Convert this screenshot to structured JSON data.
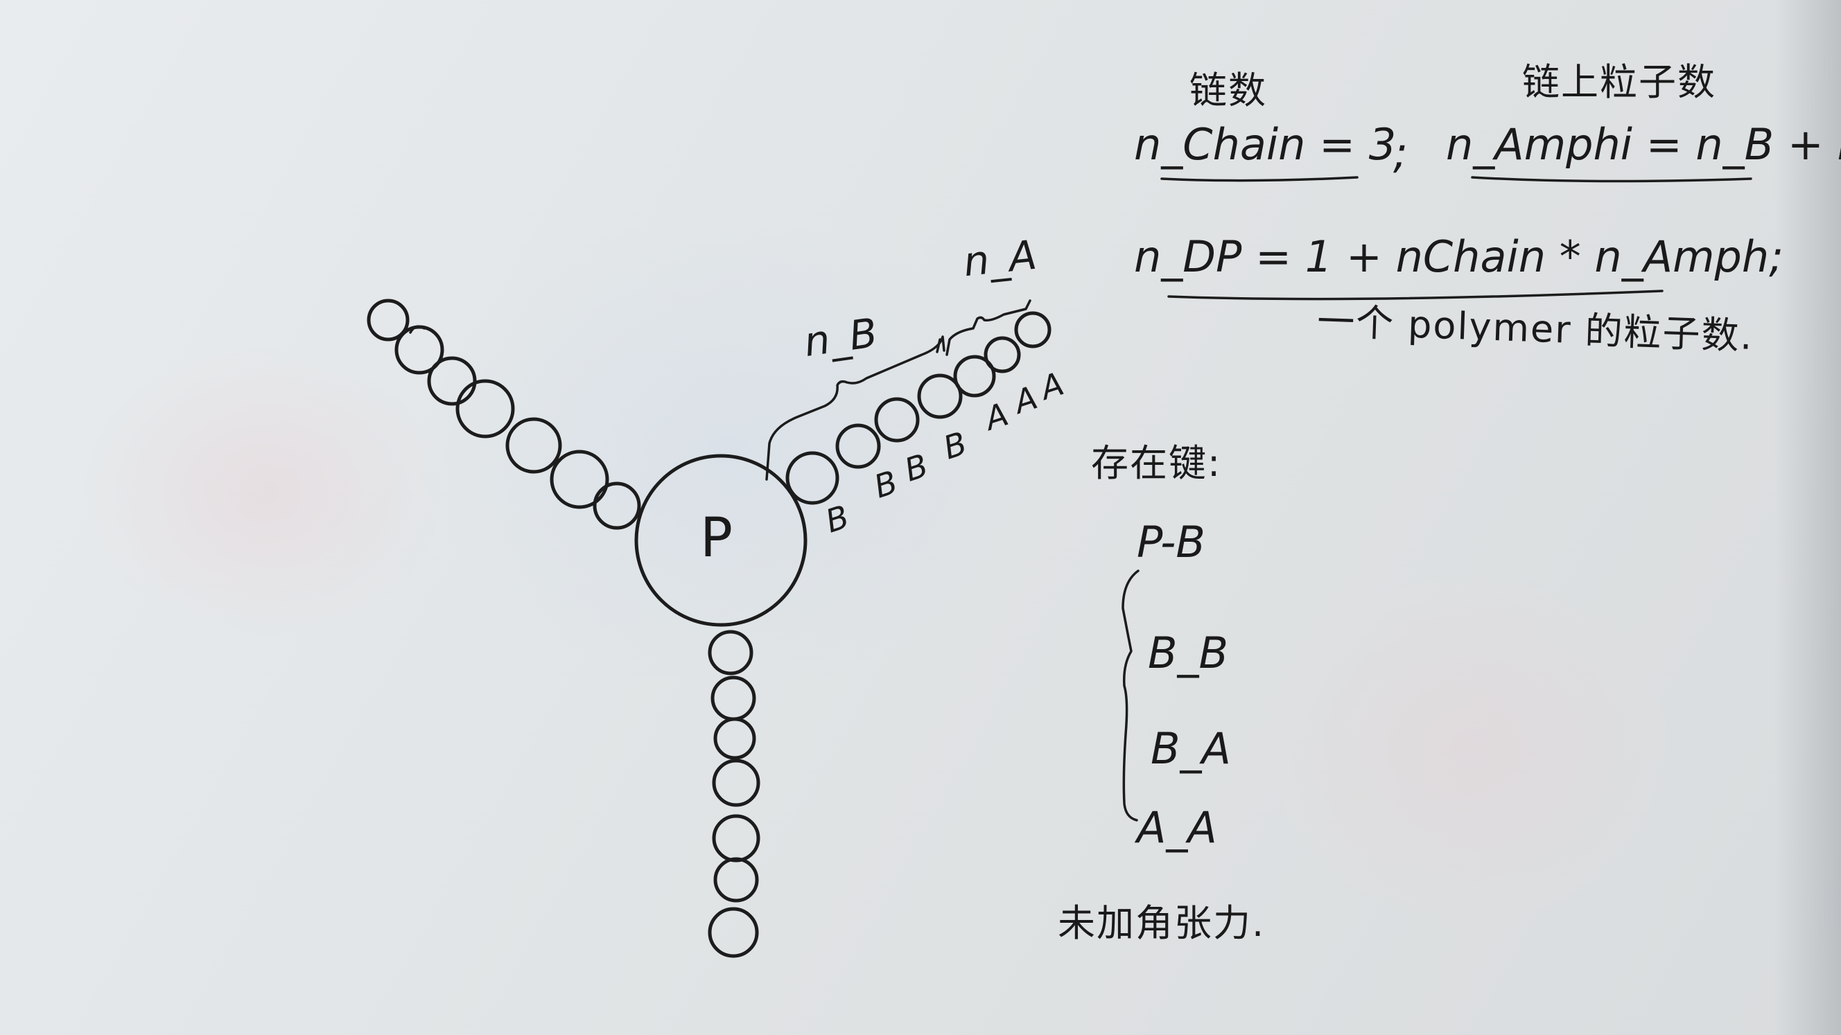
{
  "diagram": {
    "center_label": "P",
    "segment_labels": {
      "n_b": "n_B",
      "n_a": "n_A"
    },
    "bead_letters": [
      "B",
      "B",
      "B",
      "B",
      "A",
      "A",
      "A"
    ]
  },
  "notes": {
    "chain_count_heading": "链数",
    "beads_per_chain_heading": "链上粒子数",
    "n_chain_eq": "n_Chain = 3",
    "separator": ";",
    "n_amphi_eq": "n_Amphi = n_B + n_A",
    "n_dp_eq": "n_DP = 1 + nChain * n_Amph;",
    "n_dp_caption": "一个 polymer 的粒子数.",
    "bonds_heading": "存在键:",
    "bonds": [
      "P-B",
      "B_B",
      "B_A",
      "A_A"
    ],
    "footer_note": "未加角张力."
  }
}
